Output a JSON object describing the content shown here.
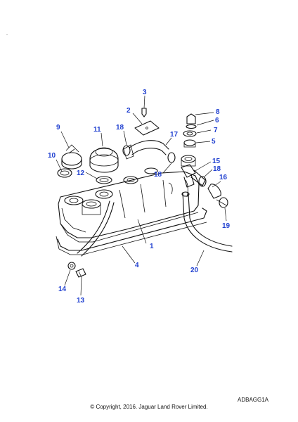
{
  "diagram": {
    "callouts": [
      "1",
      "2",
      "3",
      "4",
      "5",
      "6",
      "7",
      "8",
      "9",
      "10",
      "11",
      "12",
      "13",
      "14",
      "15",
      "16",
      "17",
      "18",
      "18",
      "18",
      "19",
      "20"
    ],
    "accent_color": "#1f3fd0",
    "line_color": "#111111"
  },
  "footer": {
    "ref_code": "ADBAGG1A",
    "copyright": "© Copyright, 2016. Jaguar Land Rover Limited."
  }
}
